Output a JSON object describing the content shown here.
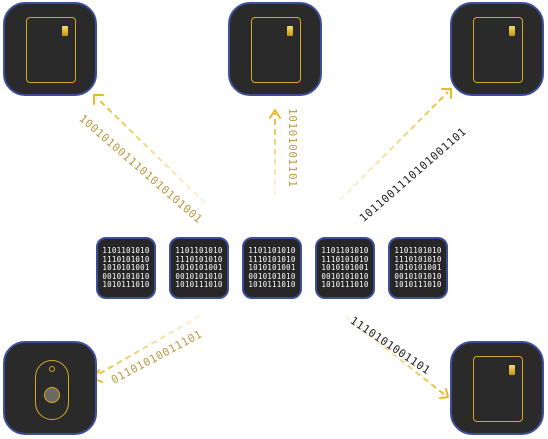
{
  "devices": [
    {
      "id": "top-left",
      "kind": "card"
    },
    {
      "id": "top-center",
      "kind": "card"
    },
    {
      "id": "top-right",
      "kind": "card"
    },
    {
      "id": "bottom-left",
      "kind": "key-fob"
    },
    {
      "id": "bottom-right",
      "kind": "card"
    }
  ],
  "packets": [
    [
      "1101101010",
      "1110101010",
      "1010101001",
      "0010101010",
      "1010111010"
    ],
    [
      "1101101010",
      "1110101010",
      "1010101001",
      "0010101010",
      "1010111010"
    ],
    [
      "1101101010",
      "1110101010",
      "1010101001",
      "0010101010",
      "1010111010"
    ],
    [
      "1101101010",
      "1110101010",
      "1010101001",
      "0010101010",
      "1010111010"
    ],
    [
      "1101101010",
      "1110101010",
      "1010101001",
      "0010101010",
      "1010111010"
    ]
  ],
  "streams": {
    "to_top_left": "1001010011101010101001",
    "to_top_center": "10101001101",
    "to_top_right": "1011001110101001101",
    "to_bottom_left": "01101010011101",
    "to_bottom_right": "1110101001101"
  },
  "colors": {
    "device_fill": "#2a2a2a",
    "border_blue": "#3d4f9a",
    "gold": "#d4a820",
    "bits_gold": "#b99a45",
    "bits_dark": "#222222",
    "packet_text": "#ffffff"
  }
}
